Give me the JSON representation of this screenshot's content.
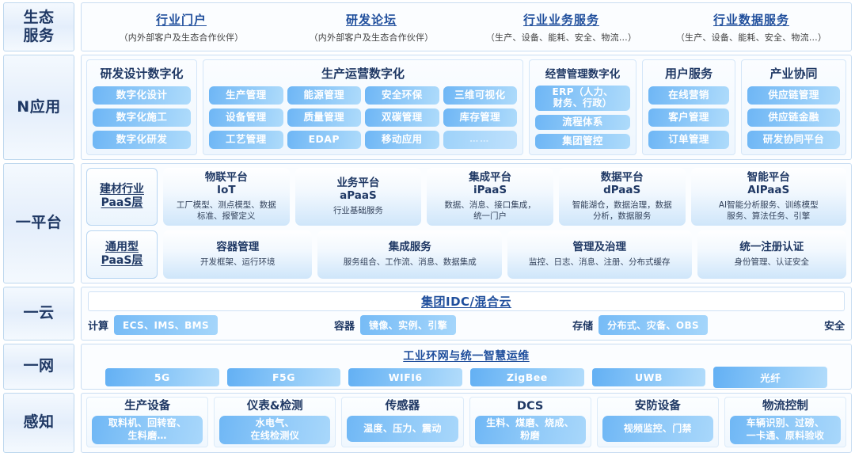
{
  "sidebar": {
    "items": [
      {
        "label": "生态\n服务"
      },
      {
        "label": "N应用"
      },
      {
        "label": "一平台"
      },
      {
        "label": "一云"
      },
      {
        "label": "一网"
      },
      {
        "label": "感知"
      }
    ]
  },
  "ecosystem": {
    "cells": [
      {
        "title": "行业门户",
        "sub": "（内外部客户及生态合作伙伴）"
      },
      {
        "title": "研发论坛",
        "sub": "（内外部客户及生态合作伙伴）"
      },
      {
        "title": "行业业务服务",
        "sub": "（生产、设备、能耗、安全、物流…）"
      },
      {
        "title": "行业数据服务",
        "sub": "（生产、设备、能耗、安全、物流…）"
      }
    ]
  },
  "applications": {
    "groups": [
      {
        "title": "研发设计数字化",
        "items": [
          "数字化设计",
          "数字化施工",
          "数字化研发"
        ]
      },
      {
        "title": "生产运营数字化",
        "items": [
          "生产管理",
          "能源管理",
          "安全环保",
          "三维可视化",
          "设备管理",
          "质量管理",
          "双碳管理",
          "库存管理",
          "工艺管理",
          "EDAP",
          "移动应用",
          "……"
        ]
      },
      {
        "title": "经营管理数字化",
        "items": [
          "ERP（人力、\n财务、行政）",
          "流程体系",
          "集团管控"
        ]
      },
      {
        "title": "用户服务",
        "items": [
          "在线营销",
          "客户管理",
          "订单管理"
        ]
      },
      {
        "title": "产业协同",
        "items": [
          "供应链管理",
          "供应链金融",
          "研发协同平台"
        ]
      }
    ]
  },
  "platform": {
    "row1": {
      "tag": "建材行业\nPaaS层",
      "cards": [
        {
          "title": "物联平台",
          "eng": "IoT",
          "desc": "工厂模型、测点模型、数据\n标准、报警定义"
        },
        {
          "title": "业务平台",
          "eng": "aPaaS",
          "desc": "行业基础服务"
        },
        {
          "title": "集成平台",
          "eng": "iPaaS",
          "desc": "数据、消息、接口集成，\n统一门户"
        },
        {
          "title": "数据平台",
          "eng": "dPaaS",
          "desc": "智能湖仓，数据治理，数据\n分析，数据服务"
        },
        {
          "title": "智能平台",
          "eng": "AIPaaS",
          "desc": "AI智能分析服务、训练模型\n服务、算法任务、引擎"
        }
      ]
    },
    "row2": {
      "tag": "通用型\nPaaS层",
      "cards": [
        {
          "title": "容器管理",
          "desc": "开发框架、运行环境"
        },
        {
          "title": "集成服务",
          "desc": "服务组合、工作流、消息、数据集成"
        },
        {
          "title": "管理及治理",
          "desc": "监控、日志、消息、注册、分布式缓存"
        },
        {
          "title": "统一注册认证",
          "desc": "身份管理、认证安全"
        }
      ]
    }
  },
  "cloud": {
    "title": "集团IDC/混合云",
    "segments": [
      {
        "label": "计算",
        "value": "ECS、IMS、BMS"
      },
      {
        "label": "容器",
        "value": "镜像、实例、引擎"
      },
      {
        "label": "存储",
        "value": "分布式、灾备、OBS"
      },
      {
        "label": "安全",
        "value": ""
      }
    ]
  },
  "network": {
    "title": "工业环网与统一智慧运维",
    "pills": [
      "5G",
      "F5G",
      "WIFI6",
      "ZigBee",
      "UWB",
      "光纤"
    ]
  },
  "perception": {
    "groups": [
      {
        "title": "生产设备",
        "detail": "取料机、回转窑、\n生料磨…"
      },
      {
        "title": "仪表&检测",
        "detail": "水电气、\n在线检测仪"
      },
      {
        "title": "传感器",
        "detail": "温度、压力、震动"
      },
      {
        "title": "DCS",
        "detail": "生料、煤磨、烧成、\n粉磨"
      },
      {
        "title": "安防设备",
        "detail": "视频监控、门禁"
      },
      {
        "title": "物流控制",
        "detail": "车辆识别、过磅、\n一卡通、原料验收"
      }
    ]
  },
  "colors": {
    "accent_blue": "#1f4e9c",
    "dark_navy": "#1f3864",
    "pill_blue": "#8dc8f8",
    "panel_border": "#c9ddf2"
  }
}
